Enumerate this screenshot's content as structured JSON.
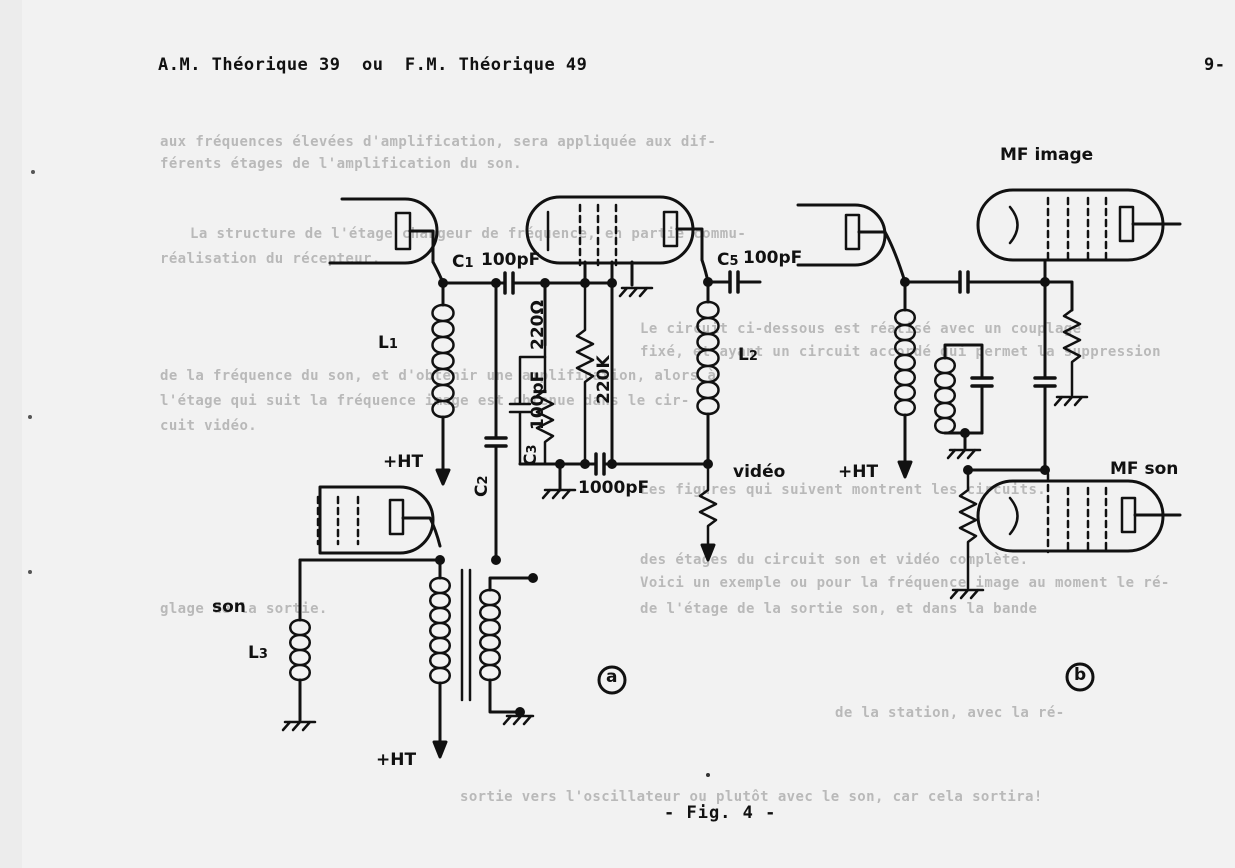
{
  "header": {
    "title": "A.M. Théorique 39  ou  F.M. Théorique 49",
    "page_number": "9-"
  },
  "background_text": [
    "aux fréquences élevées d'amplification, sera appliquée aux dif-",
    "férents étages de l'amplification du son.",
    "La structure de l'étage changeur de fréquence, en partie commu-",
    "réalisation du récepteur.",
    "Le circuit ci-dessous est réalisé avec un couplage",
    "fixé, et ayant un circuit accordé qui permet la suppression",
    "de la fréquence du son, et d'obtenir une amplification, alors à",
    "l'étage qui suit la fréquence image est obtenue dans le cir-",
    "cuit vidéo.",
    "Les figures qui suivent montrent les circuits.",
    "des étages du circuit son et vidéo complète.",
    "Voici un exemple ou pour la fréquence image au moment le ré-",
    "glage de la sortie.",
    "de l'étage de la sortie son, et dans la bande",
    "de la station, avec la ré-",
    "sortie vers l'oscillateur ou plutôt avec le son, car cela sortira!"
  ],
  "figure_a": {
    "labels": {
      "c1": "C",
      "c1_sub": "1",
      "c1_value": "100pF",
      "c5": "C",
      "c5_sub": "5",
      "c5_value": "100pF",
      "r_220": "220Ω",
      "c_100": "100pF",
      "r_220k": "220K",
      "c3": "C",
      "c3_sub": "3",
      "c_1000": "1000pF",
      "l1": "L",
      "l1_sub": "1",
      "l2": "L",
      "l2_sub": "2",
      "l3": "L",
      "l3_sub": "3",
      "c2": "C",
      "c2_sub": "2",
      "ht_1": "+HT",
      "ht_2": "+HT",
      "video": "vidéo",
      "son": "son"
    },
    "marker": "a"
  },
  "figure_b": {
    "labels": {
      "mf_image": "MF image",
      "mf_son": "MF son",
      "ht": "+HT"
    },
    "marker": "b"
  },
  "caption": "- Fig. 4 -"
}
